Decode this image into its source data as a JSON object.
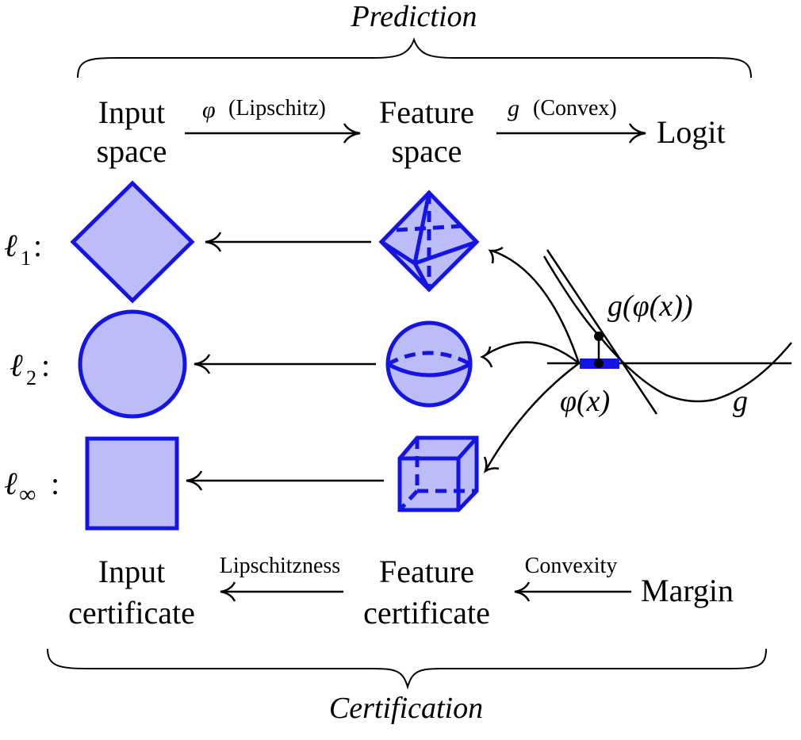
{
  "prediction": {
    "title": "Prediction",
    "input_space": [
      "Input",
      "space"
    ],
    "feature_space": [
      "Feature",
      "space"
    ],
    "logit": "Logit",
    "phi_symbol": "φ",
    "phi_note": "(Lipschitz)",
    "g_symbol": "g",
    "g_note": "(Convex)"
  },
  "norms": {
    "l1": {
      "sym": "ℓ",
      "sub": "1",
      "colon": ":"
    },
    "l2": {
      "sym": "ℓ",
      "sub": "2",
      "colon": ":"
    },
    "linf": {
      "sym": "ℓ",
      "sub": "∞",
      "colon": ":"
    }
  },
  "plot": {
    "g_phi_x": "g(φ(x))",
    "phi_x": "φ(x)",
    "g": "g"
  },
  "certification": {
    "title": "Certification",
    "input_certificate": [
      "Input",
      "certificate"
    ],
    "feature_certificate": [
      "Feature",
      "certificate"
    ],
    "margin": "Margin",
    "lipschitzness": "Lipschitzness",
    "convexity": "Convexity"
  },
  "colors": {
    "shape_fill": "#bcbcf8",
    "shape_stroke": "#1414e6",
    "line": "#000000"
  }
}
